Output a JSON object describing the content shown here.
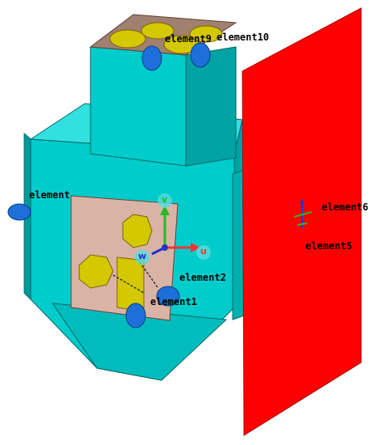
{
  "colors": {
    "body_cyan": "#00cccc",
    "body_cyan_dark": "#00a3a3",
    "body_cyan_light": "#33e0e0",
    "panel_red": "#ff0000",
    "lid_brown": "#a08070",
    "board_pink": "#d9b3a6",
    "patch_yellow": "#d4c800",
    "port_blue": "#1e6fd9",
    "axis_u": "#ff3333",
    "axis_v": "#22bb22",
    "axis_w": "#2233cc"
  },
  "labels": {
    "element1": "element1",
    "element2": "element2",
    "element5": "element5",
    "element6": "element6",
    "element9": "element9",
    "element10": "element10",
    "element_left": "element"
  },
  "axes": {
    "u": "u",
    "v": "v",
    "w": "w"
  }
}
